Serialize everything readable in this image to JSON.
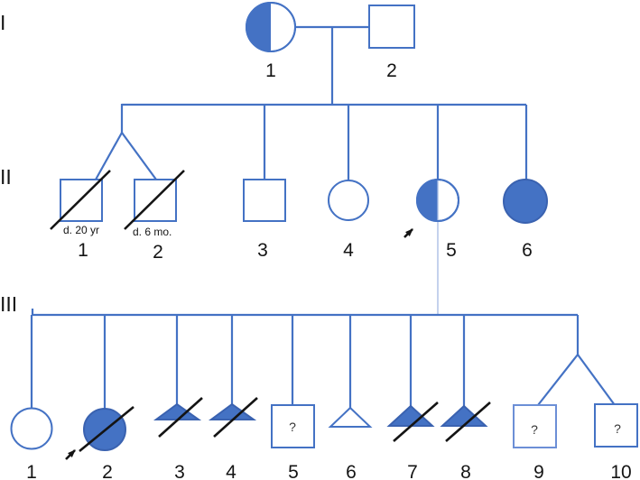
{
  "diagram_type": "pedigree-chart",
  "colors": {
    "accent": "#4472C4",
    "symbol_fill": "#4472C4",
    "filled_stroke": "#3A62B0",
    "light_descent_line": "#A3B9E3",
    "slash_black": "#141414",
    "light_square_border": "#6C8FD6"
  },
  "legend_icons": {
    "proband_arrow": "arrow-icon",
    "deceased": "diagonal-slash",
    "pregnancy_loss": "triangle-symbol"
  },
  "generations": [
    {
      "label": "I",
      "individuals": [
        {
          "number": "1",
          "symbol": "circle",
          "fill": "half"
        },
        {
          "number": "2",
          "symbol": "square",
          "fill": "none"
        }
      ]
    },
    {
      "label": "II",
      "individuals": [
        {
          "number": "1",
          "symbol": "square",
          "fill": "none",
          "deceased": true,
          "death_label": "d. 20 yr",
          "twin_with": "2"
        },
        {
          "number": "2",
          "symbol": "square",
          "fill": "none",
          "deceased": true,
          "death_label": "d. 6 mo.",
          "twin_with": "1"
        },
        {
          "number": "3",
          "symbol": "square",
          "fill": "none"
        },
        {
          "number": "4",
          "symbol": "circle",
          "fill": "none"
        },
        {
          "number": "5",
          "symbol": "circle",
          "fill": "half",
          "proband": true
        },
        {
          "number": "6",
          "symbol": "circle",
          "fill": "full"
        }
      ]
    },
    {
      "label": "III",
      "individuals": [
        {
          "number": "1",
          "symbol": "circle",
          "fill": "none"
        },
        {
          "number": "2",
          "symbol": "circle",
          "fill": "full",
          "deceased": true,
          "proband": true
        },
        {
          "number": "3",
          "symbol": "triangle",
          "fill": "full",
          "deceased": true
        },
        {
          "number": "4",
          "symbol": "triangle",
          "fill": "full",
          "deceased": true
        },
        {
          "number": "5",
          "symbol": "square",
          "fill": "none",
          "status_mark": "?"
        },
        {
          "number": "6",
          "symbol": "triangle",
          "fill": "none"
        },
        {
          "number": "7",
          "symbol": "triangle",
          "fill": "full",
          "deceased": true
        },
        {
          "number": "8",
          "symbol": "triangle",
          "fill": "full",
          "deceased": true
        },
        {
          "number": "9",
          "symbol": "square",
          "fill": "none",
          "status_mark": "?",
          "twin_with": "10"
        },
        {
          "number": "10",
          "symbol": "square",
          "fill": "none",
          "status_mark": "?",
          "twin_with": "9"
        }
      ]
    }
  ]
}
